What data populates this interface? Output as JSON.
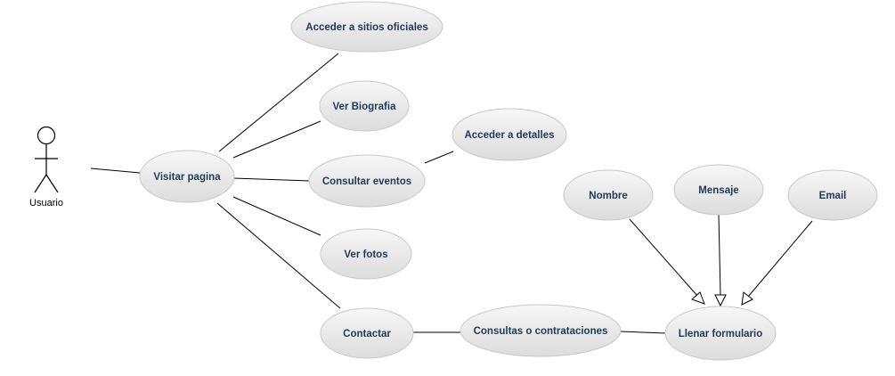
{
  "actor": {
    "name": "Usuario"
  },
  "use_cases": {
    "acceder_sitios": "Acceder a sitios oficiales",
    "ver_biografia": "Ver Biografia",
    "acceder_detalles": "Acceder a detalles",
    "visitar_pagina": "Visitar pagina",
    "consultar_eventos": "Consultar eventos",
    "ver_fotos": "Ver fotos",
    "contactar": "Contactar",
    "consultas_contrataciones": "Consultas o contrataciones",
    "llenar_formulario": "Llenar formulario",
    "nombre": "Nombre",
    "mensaje": "Mensaje",
    "email": "Email"
  },
  "colors": {
    "ellipse_fill_top": "#f7f7f7",
    "ellipse_fill_bottom": "#dcdcdc",
    "ellipse_stroke": "#c8c8c8",
    "label_text": "#1f3a5a",
    "line": "#000000"
  }
}
